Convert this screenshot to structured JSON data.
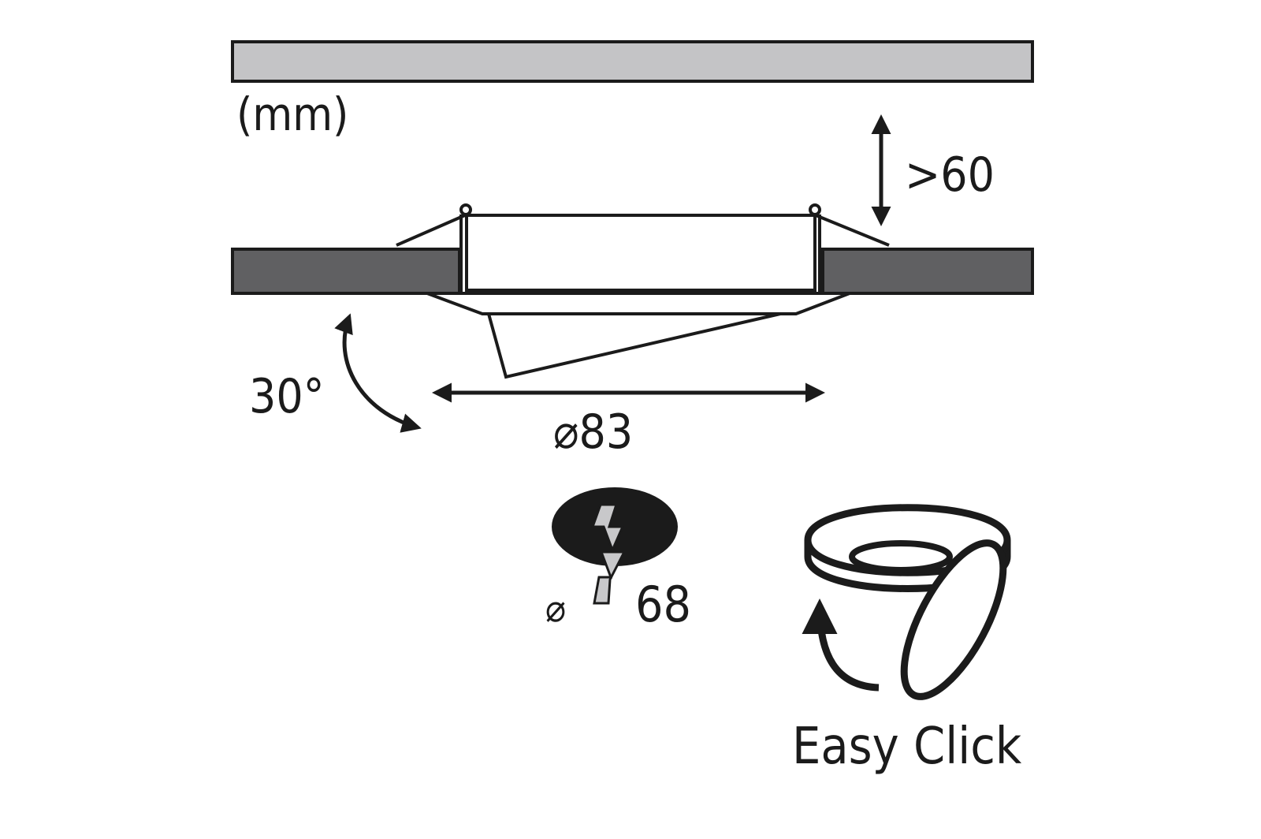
{
  "labels": {
    "unit": "(mm)",
    "clearance": ">60",
    "tilt_angle": "30°",
    "outer_diameter": "⌀83",
    "cutout_symbol": "⌀",
    "cutout_value": "68",
    "system_name": "Easy Click"
  },
  "colors": {
    "ceiling": "#c4c4c6",
    "board": "#606062",
    "ink": "#1b1b1b",
    "hole": "#1b1b1b",
    "drill_bit": "#c8c8ca"
  }
}
